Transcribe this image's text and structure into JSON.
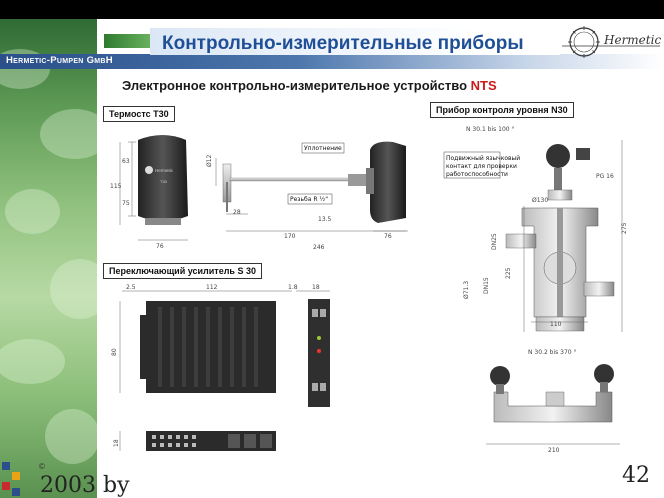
{
  "header": {
    "title": "Контрольно-измерительные приборы",
    "brand": "Hermetic-Pumpen GmbH",
    "logo_text": "Hermetic"
  },
  "subtitle": {
    "text": "Электронное контрольно-измерительное устройство ",
    "accent": "NTS",
    "accent_color": "#cc1a1a"
  },
  "sections": {
    "thermostat": {
      "label": "Термостс T30",
      "device_brand": "Hermetic",
      "device_model": "T30",
      "dims": [
        "63",
        "75",
        "115",
        "76",
        "Ø12",
        "28",
        "170",
        "76",
        "246"
      ],
      "callouts": [
        "Уплотнение",
        "Резьба R ½\"",
        "13.5"
      ]
    },
    "level_monitor": {
      "label": "Прибор контроля уровня N30",
      "top_note": "N 30.1 bis 100 °",
      "note": [
        "Подвижный язычковый",
        "контакт для проверки",
        "работоспособности"
      ],
      "dims": [
        "PG 16",
        "Ø130",
        "DN25",
        "Ø71.3",
        "DN15",
        "225",
        "110",
        "275"
      ],
      "bottom_note": "N 30.2 bis 370 °",
      "bottom_dims": [
        "210"
      ]
    },
    "amplifier": {
      "label": "Переключающий усилитель S 30",
      "dims": [
        "2.5",
        "112",
        "1.8",
        "18",
        "80",
        "18"
      ]
    }
  },
  "footer": {
    "copyright": "©",
    "left_text": "2003 by",
    "page": "42"
  },
  "colors": {
    "title": "#1f4f96",
    "brand_band": "#2a4f8a",
    "left_panel": "#6aa35f"
  }
}
